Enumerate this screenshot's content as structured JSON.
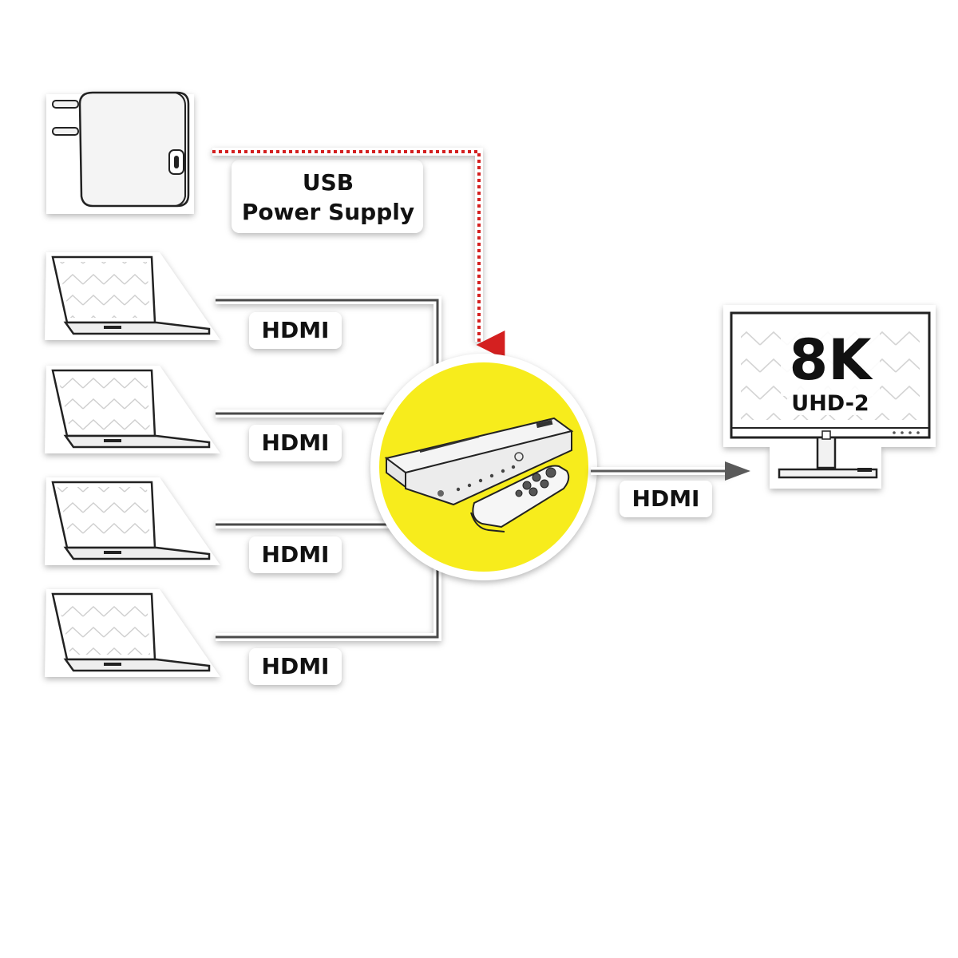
{
  "power_label_line1": "USB",
  "power_label_line2": "Power Supply",
  "input_labels": [
    "HDMI",
    "HDMI",
    "HDMI",
    "HDMI"
  ],
  "output_label": "HDMI",
  "monitor": {
    "resolution": "8K",
    "standard": "UHD-2"
  },
  "colors": {
    "highlight": "#f7ec1c",
    "power_line": "#d42020",
    "cable": "#4a4a4a",
    "arrow": "#5a5a5a"
  },
  "icons": [
    "usb-power-adapter-icon",
    "laptop-icon",
    "hdmi-switch-icon",
    "remote-control-icon",
    "monitor-icon"
  ]
}
